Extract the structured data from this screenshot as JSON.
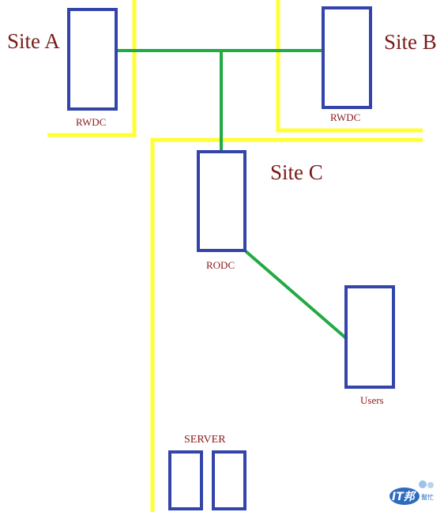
{
  "sites": {
    "a": "Site A",
    "b": "Site B",
    "c": "Site C"
  },
  "servers": {
    "site_a_dc": "RWDC",
    "site_b_dc": "RWDC",
    "site_c_dc": "RODC",
    "users": "Users",
    "server_group": "SERVER"
  },
  "logo": {
    "text": "IT邦",
    "sub": "幫忙"
  },
  "colors": {
    "site_boundary": "#ffff33",
    "link": "#22aa44",
    "node_border": "#3344aa",
    "label": "#8b1a1a"
  }
}
